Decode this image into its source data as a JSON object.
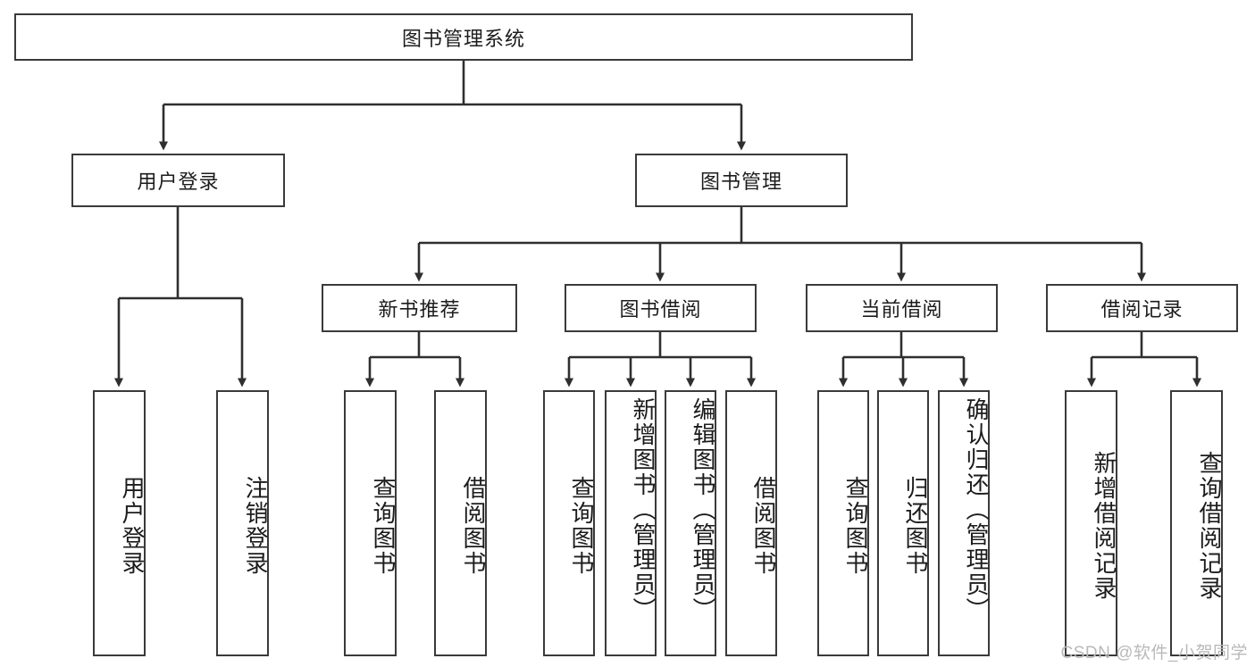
{
  "diagram": {
    "type": "tree",
    "title": "图书管理系统",
    "levels": [
      {
        "level": 0,
        "nodes": [
          {
            "id": "root",
            "label": "图书管理系统",
            "orientation": "horizontal"
          }
        ]
      },
      {
        "level": 1,
        "nodes": [
          {
            "id": "login",
            "label": "用户登录",
            "orientation": "horizontal",
            "parent": "root"
          },
          {
            "id": "bookmgr",
            "label": "图书管理",
            "orientation": "horizontal",
            "parent": "root"
          }
        ]
      },
      {
        "level": 2,
        "nodes": [
          {
            "id": "newbook",
            "label": "新书推荐",
            "orientation": "horizontal",
            "parent": "bookmgr"
          },
          {
            "id": "borrow",
            "label": "图书借阅",
            "orientation": "horizontal",
            "parent": "bookmgr"
          },
          {
            "id": "current",
            "label": "当前借阅",
            "orientation": "horizontal",
            "parent": "bookmgr"
          },
          {
            "id": "records",
            "label": "借阅记录",
            "orientation": "horizontal",
            "parent": "bookmgr"
          }
        ]
      },
      {
        "level": 3,
        "nodes": [
          {
            "id": "leaf1",
            "label": "用户登录",
            "orientation": "vertical",
            "parent": "login"
          },
          {
            "id": "leaf2",
            "label": "注销登录",
            "orientation": "vertical",
            "parent": "login"
          },
          {
            "id": "leaf3",
            "label": "查询图书",
            "orientation": "vertical",
            "parent": "newbook"
          },
          {
            "id": "leaf4",
            "label": "借阅图书",
            "orientation": "vertical",
            "parent": "newbook"
          },
          {
            "id": "leaf5",
            "label": "查询图书",
            "orientation": "vertical",
            "parent": "borrow"
          },
          {
            "id": "leaf6",
            "label": "新增图书（管理员）",
            "orientation": "vertical",
            "parent": "borrow"
          },
          {
            "id": "leaf7",
            "label": "编辑图书（管理员）",
            "orientation": "vertical",
            "parent": "borrow"
          },
          {
            "id": "leaf8",
            "label": "借阅图书",
            "orientation": "vertical",
            "parent": "borrow"
          },
          {
            "id": "leaf9",
            "label": "查询图书",
            "orientation": "vertical",
            "parent": "current"
          },
          {
            "id": "leaf10",
            "label": "归还图书",
            "orientation": "vertical",
            "parent": "current"
          },
          {
            "id": "leaf11",
            "label": "确认归还（管理员）",
            "orientation": "vertical",
            "parent": "current"
          },
          {
            "id": "leaf12",
            "label": "新增借阅记录",
            "orientation": "vertical",
            "parent": "records"
          },
          {
            "id": "leaf13",
            "label": "查询借阅记录",
            "orientation": "vertical",
            "parent": "records"
          }
        ]
      }
    ],
    "colors": {
      "box_border": "#3a3a3a",
      "box_fill": "#ffffff",
      "connector": "#2f2f2f",
      "text": "#1c1c1c",
      "watermark": "#b9b9b9"
    }
  },
  "watermark": {
    "text": "CSDN @软件_小贺同学"
  }
}
